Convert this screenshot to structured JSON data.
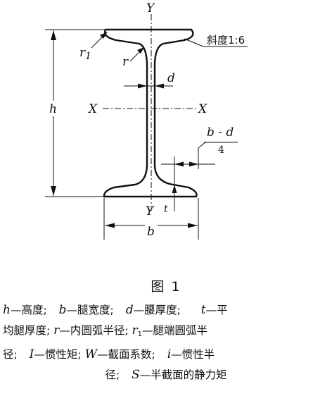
{
  "figure": {
    "labels": {
      "Y_top": "Y",
      "Y_bottom": "Y",
      "X_left": "X",
      "X_right": "X",
      "h": "h",
      "d": "d",
      "b": "b",
      "t": "t",
      "r": "r",
      "r1": "r",
      "r1_sub": "1",
      "slope": "斜度1:6",
      "bd_num": "b - d",
      "bd_den": "4"
    },
    "caption": "图 1"
  },
  "legend": {
    "line1": [
      {
        "sym": "h",
        "text": "—高度;"
      },
      {
        "sym": "b",
        "text": "—腿宽度;"
      },
      {
        "sym": "d",
        "text": "—腰厚度;"
      },
      {
        "sym": "t",
        "text": "—平"
      }
    ],
    "line2": [
      {
        "text": "均腿厚度;"
      },
      {
        "sym": "r",
        "text": "—内圆弧半径;"
      },
      {
        "sym": "r",
        "sub": "1",
        "text": "—腿端圆弧半"
      }
    ],
    "line3": [
      {
        "text": "径;"
      },
      {
        "sym": "I",
        "text": "—惯性矩;"
      },
      {
        "sym": "W",
        "text": "—截面系数;"
      },
      {
        "sym": "i",
        "text": "—惯性半"
      }
    ],
    "line4": [
      {
        "text": "径;"
      },
      {
        "sym": "S",
        "text": "—半截面的静力矩"
      }
    ]
  }
}
